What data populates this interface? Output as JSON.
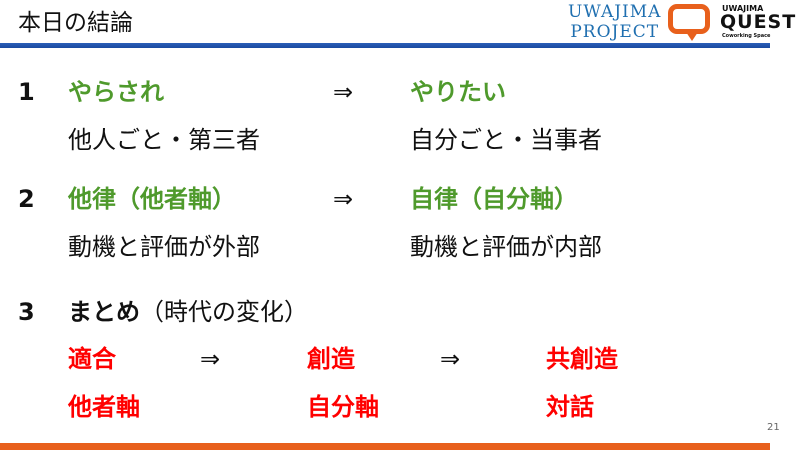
{
  "title": "本日の結論",
  "logo": {
    "line1": "UWAJIMA",
    "line2": "PROJECT",
    "quest_small": "UWAJIMA",
    "quest_big": "QUEST",
    "quest_sub": "Coworking Space"
  },
  "arrow": "⇒",
  "items": [
    {
      "num": "1",
      "left": "やらされ",
      "right": "やりたい",
      "left_sub": "他人ごと・第三者",
      "right_sub": "自分ごと・当事者"
    },
    {
      "num": "2",
      "left": "他律（他者軸）",
      "right": "自律（自分軸）",
      "left_sub": "動機と評価が外部",
      "right_sub": "動機と評価が内部"
    }
  ],
  "summary": {
    "num": "3",
    "label": "まとめ",
    "paren": "（時代の変化）",
    "row1": [
      "適合",
      "創造",
      "共創造"
    ],
    "row2": [
      "他者軸",
      "自分軸",
      "対話"
    ]
  },
  "page_number": "21",
  "colors": {
    "green": "#4f9a2c",
    "red": "#ff0000",
    "blue": "#1a4aa0",
    "orange": "#e8601c"
  }
}
